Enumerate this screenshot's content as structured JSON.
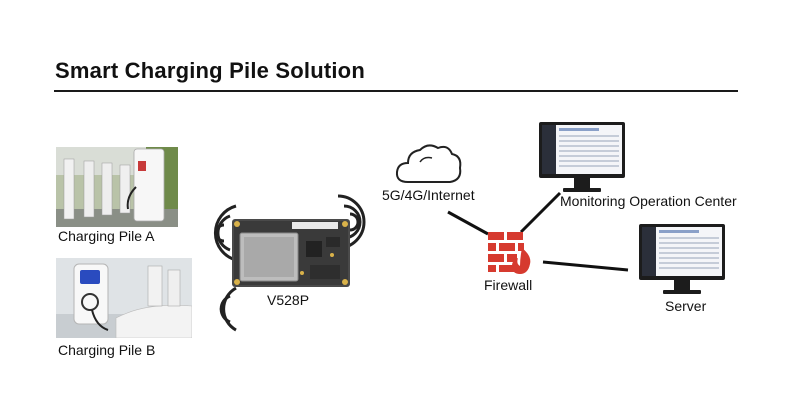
{
  "title": "Smart Charging Pile Solution",
  "labels": {
    "pile_a": "Charging Pile A",
    "pile_b": "Charging Pile B",
    "board": "V528P",
    "network": "5G/4G/Internet",
    "firewall": "Firewall",
    "monitoring": "Monitoring Operation Center",
    "server": "Server"
  },
  "colors": {
    "firewall": "#d63a2f",
    "link": "#111111",
    "pcb": "#4a4a4a"
  }
}
